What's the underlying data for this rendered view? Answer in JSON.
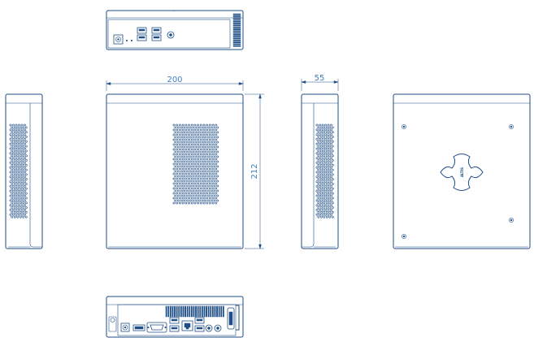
{
  "dimensions": {
    "width": "200",
    "height": "212",
    "depth": "55"
  },
  "logo": {
    "text": "ALTIS"
  },
  "colors": {
    "line": "#1f4e86",
    "dimension": "#3f7fbf"
  },
  "icons": {
    "power": "power-button-icon",
    "usb": "usb-port-icon",
    "vent": "vent-hole-pattern"
  }
}
